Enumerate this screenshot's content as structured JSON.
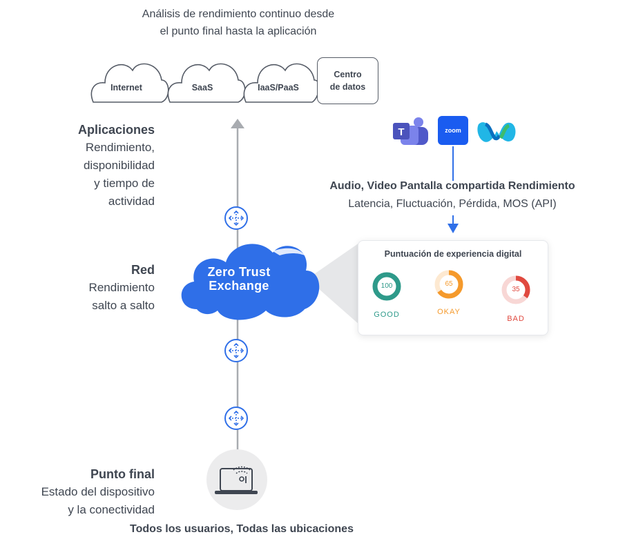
{
  "header": {
    "line1": "Análisis de rendimiento continuo desde",
    "line2": "el punto final hasta la aplicación"
  },
  "destinations": {
    "internet": "Internet",
    "saas": "SaaS",
    "iaas": "IaaS/PaaS",
    "datacenter_line1": "Centro",
    "datacenter_line2": "de datos"
  },
  "layers": {
    "applications": {
      "title": "Aplicaciones",
      "line1": "Rendimiento,",
      "line2": "disponibilidad",
      "line3": "y tiempo de",
      "line4": "actividad"
    },
    "network": {
      "title": "Red",
      "line1": "Rendimiento",
      "line2": "salto a salto"
    },
    "endpoint": {
      "title": "Punto final",
      "line1": "Estado del dispositivo",
      "line2": "y la conectividad"
    }
  },
  "zero_trust": {
    "line1": "Zero Trust",
    "line2": "Exchange"
  },
  "collab": {
    "apps": [
      "teams-icon",
      "zoom-icon",
      "webex-icon"
    ],
    "zoom_text": "zoom",
    "title": "Audio, Video Pantalla compartida Rendimiento",
    "subtitle": "Latencia, Fluctuación, Pérdida, MOS (API)"
  },
  "digital_score": {
    "title": "Puntuación de experiencia digital",
    "gauges": [
      {
        "value": "100",
        "label": "GOOD",
        "fraction": 1.0,
        "color": "#2e9a8a"
      },
      {
        "value": "65",
        "label": "OKAY",
        "fraction": 0.65,
        "color": "#f59a2c"
      },
      {
        "value": "35",
        "label": "BAD",
        "fraction": 0.35,
        "color": "#e0493f"
      }
    ]
  },
  "footer": "Todos los usuarios, Todas las ubicaciones",
  "colors": {
    "brand_blue": "#2f6fe8",
    "line_gray": "#a8abb0",
    "text": "#3f4651"
  }
}
